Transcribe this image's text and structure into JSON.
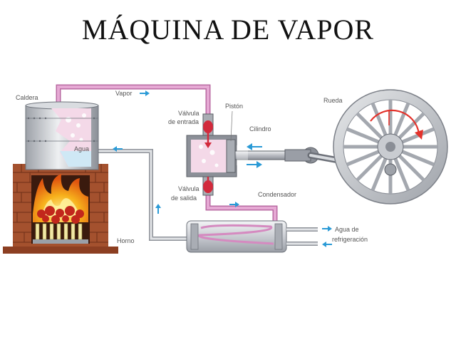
{
  "title": "MÁQUINA DE VAPOR",
  "labels": {
    "caldera": "Caldera",
    "vapor": "Vapor",
    "valvula_entrada_1": "Válvula",
    "valvula_entrada_2": "de entrada",
    "piston": "Pistón",
    "cilindro": "Cilindro",
    "rueda": "Rueda",
    "agua": "Agua",
    "valvula_salida_1": "Válvula",
    "valvula_salida_2": "de salida",
    "condensador": "Condensador",
    "agua_de_1": "Agua de",
    "agua_de_2": "refrigeración",
    "horno": "Horno"
  },
  "colors": {
    "steam_pipe": "#d58ac0",
    "water_pipe": "#c9ccd2",
    "arrow": "#2a9ad6",
    "valve": "#d22a3c",
    "brick": "#a4512e",
    "fire": "#f7b21c",
    "wheel": "#c9cbcf"
  }
}
